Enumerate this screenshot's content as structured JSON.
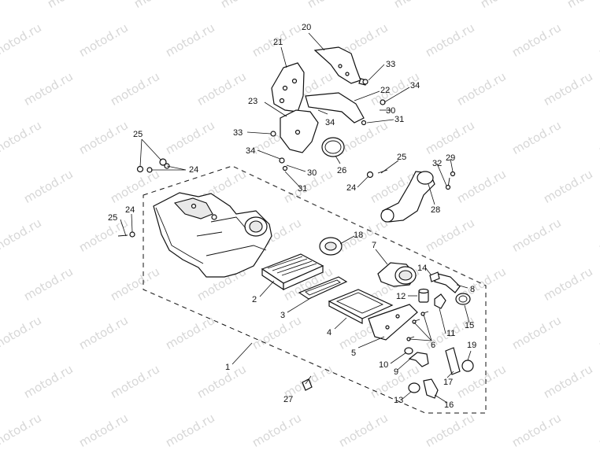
{
  "watermark": "motod.ru",
  "colors": {
    "line": "#111111",
    "watermark": "#d7d7d7",
    "background": "#ffffff"
  },
  "callouts": {
    "c1": "1",
    "c2": "2",
    "c3": "3",
    "c4": "4",
    "c5": "5",
    "c6": "6",
    "c7": "7",
    "c8": "8",
    "c9": "9",
    "c10": "10",
    "c11": "11",
    "c12": "12",
    "c13": "13",
    "c14": "14",
    "c15": "15",
    "c16": "16",
    "c17": "17",
    "c18": "18",
    "c19": "19",
    "c20": "20",
    "c21": "21",
    "c22": "22",
    "c23": "23",
    "c24a": "24",
    "c24b": "24",
    "c24c": "24",
    "c25a": "25",
    "c25b": "25",
    "c25c": "25",
    "c26": "26",
    "c27": "27",
    "c28": "28",
    "c29": "29",
    "c30a": "30",
    "c30b": "30",
    "c31a": "31",
    "c31b": "31",
    "c32": "32",
    "c33a": "33",
    "c33b": "33",
    "c34a": "34",
    "c34b": "34",
    "c34c": "34"
  }
}
